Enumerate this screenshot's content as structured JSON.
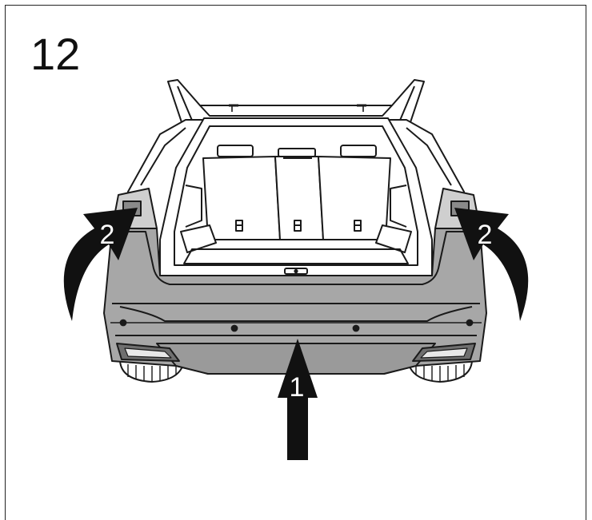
{
  "figure": {
    "step_number": "12",
    "callouts": {
      "push": "1",
      "pull_left": "2",
      "pull_right": "2"
    },
    "colors": {
      "bumper": "#a7a7a7",
      "arrow": "#111111",
      "line": "#1a1a1a",
      "body": "#ffffff"
    }
  }
}
